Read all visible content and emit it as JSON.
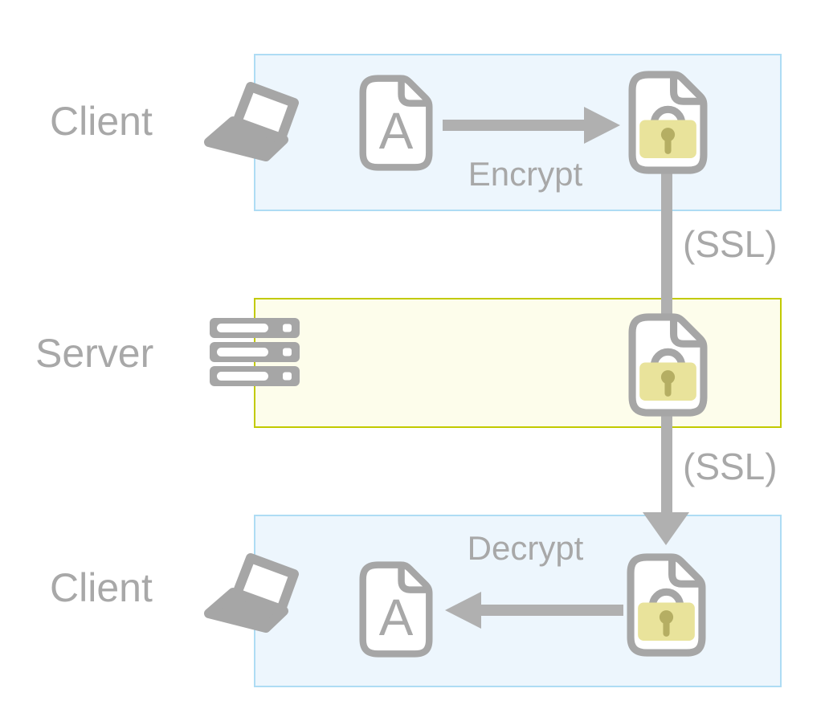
{
  "diagram": {
    "type": "ssl-encryption-flow",
    "rows": {
      "top": {
        "label": "Client",
        "action": "Encrypt",
        "document_letter": "A"
      },
      "middle": {
        "label": "Server"
      },
      "bottom": {
        "label": "Client",
        "action": "Decrypt",
        "document_letter": "A"
      }
    },
    "connectors": {
      "top_label": "(SSL)",
      "bottom_label": "(SSL)"
    },
    "icons": [
      "laptop-icon",
      "server-icon",
      "document-icon",
      "locked-document-icon",
      "padlock-icon",
      "arrow-right-icon",
      "arrow-left-icon",
      "arrow-down-icon"
    ],
    "colors": {
      "client_box_fill": "#edf6fd",
      "client_box_border": "#aedcf4",
      "server_box_fill": "#fdfdeb",
      "server_box_border": "#c2ca00",
      "icon_gray": "#a6a6a6",
      "arrow_gray": "#b0b0b0",
      "text_gray": "#a8a8a8",
      "padlock_fill": "#e9e39b",
      "padlock_keyhole": "#b5ae63"
    }
  }
}
